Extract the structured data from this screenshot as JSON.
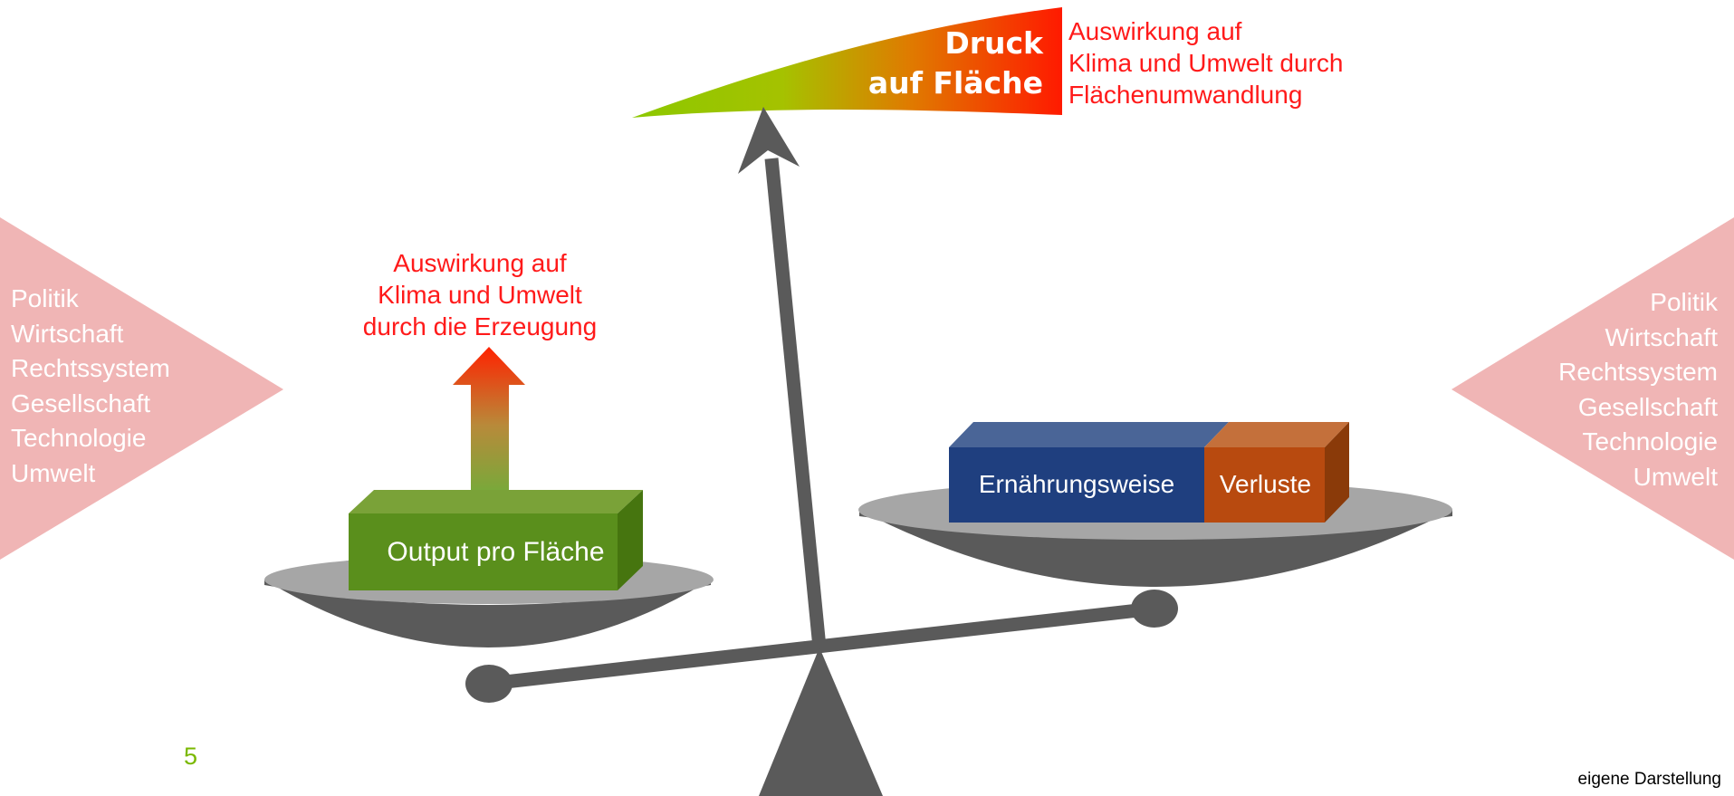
{
  "factors_left": [
    "Politik",
    "Wirtschaft",
    "Rechtssystem",
    "Gesellschaft",
    "Technologie",
    "Umwelt"
  ],
  "factors_right": [
    "Politik",
    "Wirtschaft",
    "Rechtssystem",
    "Gesellschaft",
    "Technologie",
    "Umwelt"
  ],
  "production_impact": [
    "Auswirkung auf",
    "Klima und Umwelt",
    "durch die Erzeugung"
  ],
  "land_impact": [
    "Auswirkung auf",
    "Klima und Umwelt durch",
    "Flächenumwandlung"
  ],
  "pressure_label": [
    "Druck",
    "auf Fläche"
  ],
  "left_pan": {
    "box_label": "Output pro Fläche"
  },
  "right_pan": {
    "diet_label": "Ernährungsweise",
    "losses_label": "Verluste"
  },
  "page_number": "5",
  "source_note": "eigene Darstellung",
  "colors": {
    "factor_triangle": "#f0b5b5",
    "scale_gray": "#5a5a5a",
    "output_green": "#5a8f1c",
    "diet_blue": "#1f3f7f",
    "losses_orange": "#b84a0f",
    "impact_red": "#ff1a1a",
    "gradient_green": "#8cc800",
    "gradient_red": "#ff1a00"
  }
}
